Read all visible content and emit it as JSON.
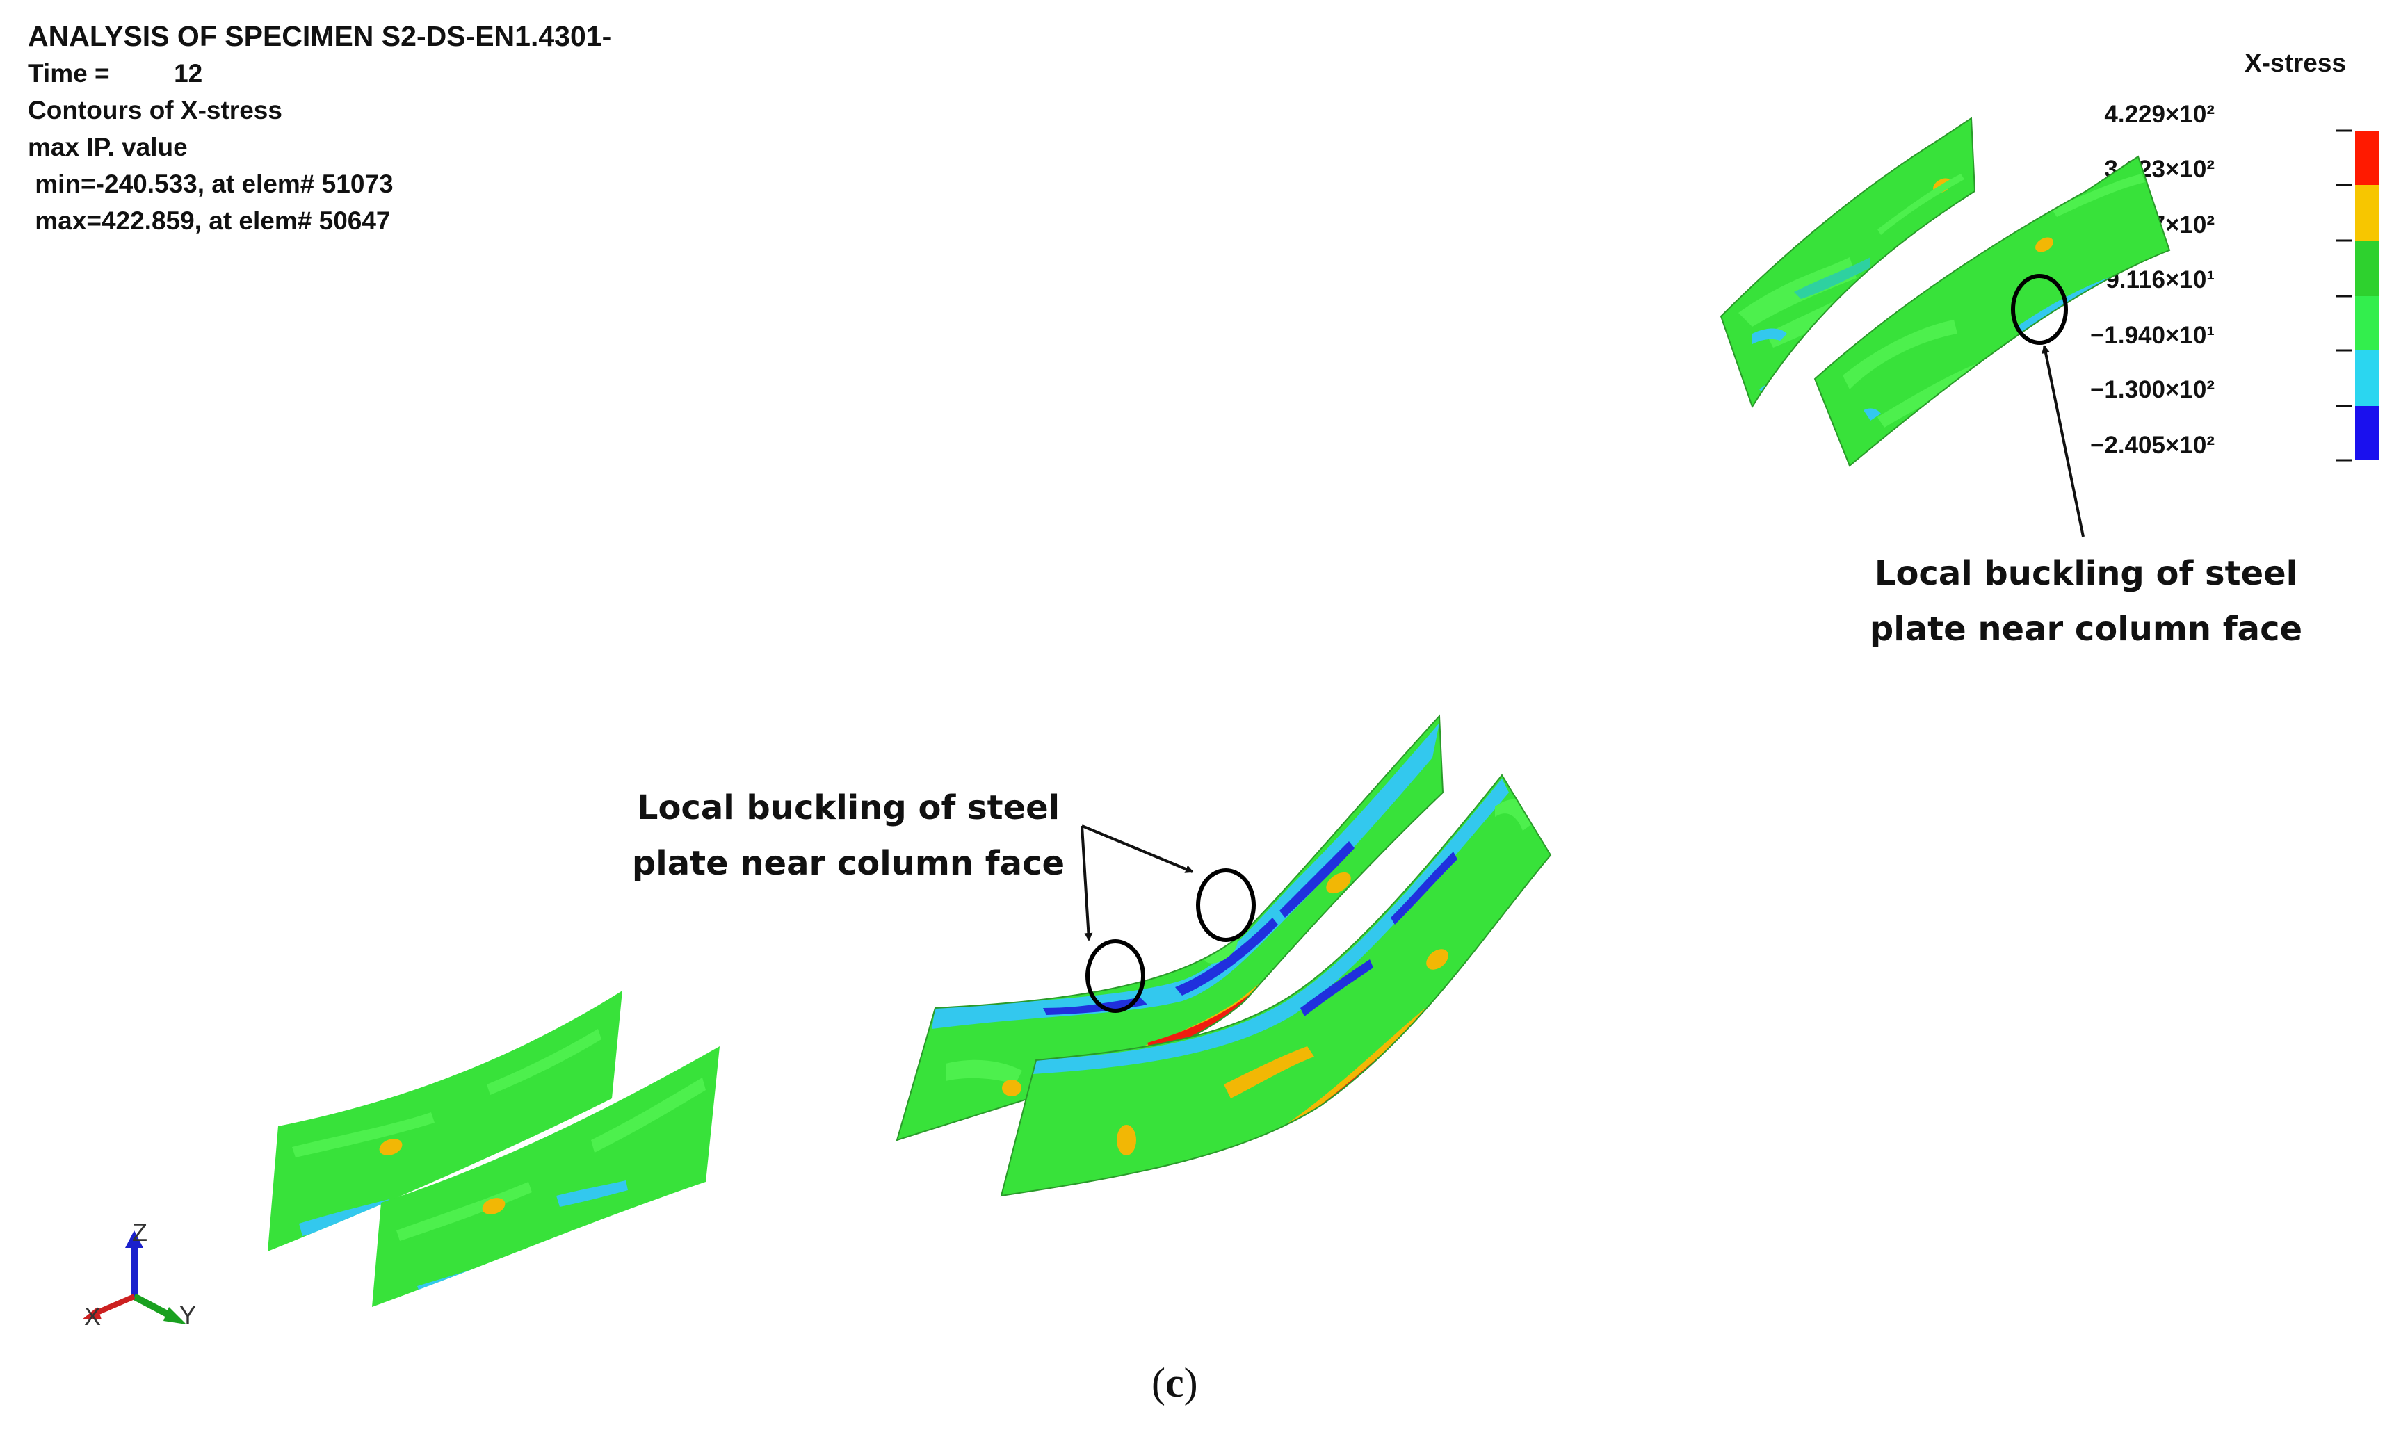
{
  "header": {
    "title": "ANALYSIS OF SPECIMEN S2-DS-EN1.4301-",
    "time_line": "Time =         12",
    "contours_line": "Contours of X-stress",
    "value_line": "max IP. value",
    "min_line": " min=-240.533, at elem# 51073",
    "max_line": " max=422.859, at elem# 50647"
  },
  "legend": {
    "title": "X-stress",
    "labels": [
      "4.229×10²",
      "3.123×10²",
      "2.017×10²",
      "9.116×10¹",
      "−1.940×10¹",
      "−1.300×10²",
      "−2.405×10²"
    ],
    "colors": [
      "#ff1a00",
      "#f7c600",
      "#2ed12e",
      "#33ee4d",
      "#2bd6f0",
      "#1a10ee"
    ]
  },
  "annotations": {
    "upper_right": {
      "line1": "Local buckling of steel",
      "line2": "plate near column face"
    },
    "center": {
      "line1": "Local buckling of steel",
      "line2": "plate near column face"
    }
  },
  "axes": {
    "z": "Z",
    "x": "X",
    "y": "Y"
  },
  "caption": {
    "open": "(",
    "letter": "c",
    "close": ")"
  },
  "colors": {
    "green": "#38e23a",
    "light_green": "#4df04d",
    "cyan": "#33c8ee",
    "blue": "#2030dd",
    "orange": "#f2b705",
    "red": "#f01c10"
  }
}
